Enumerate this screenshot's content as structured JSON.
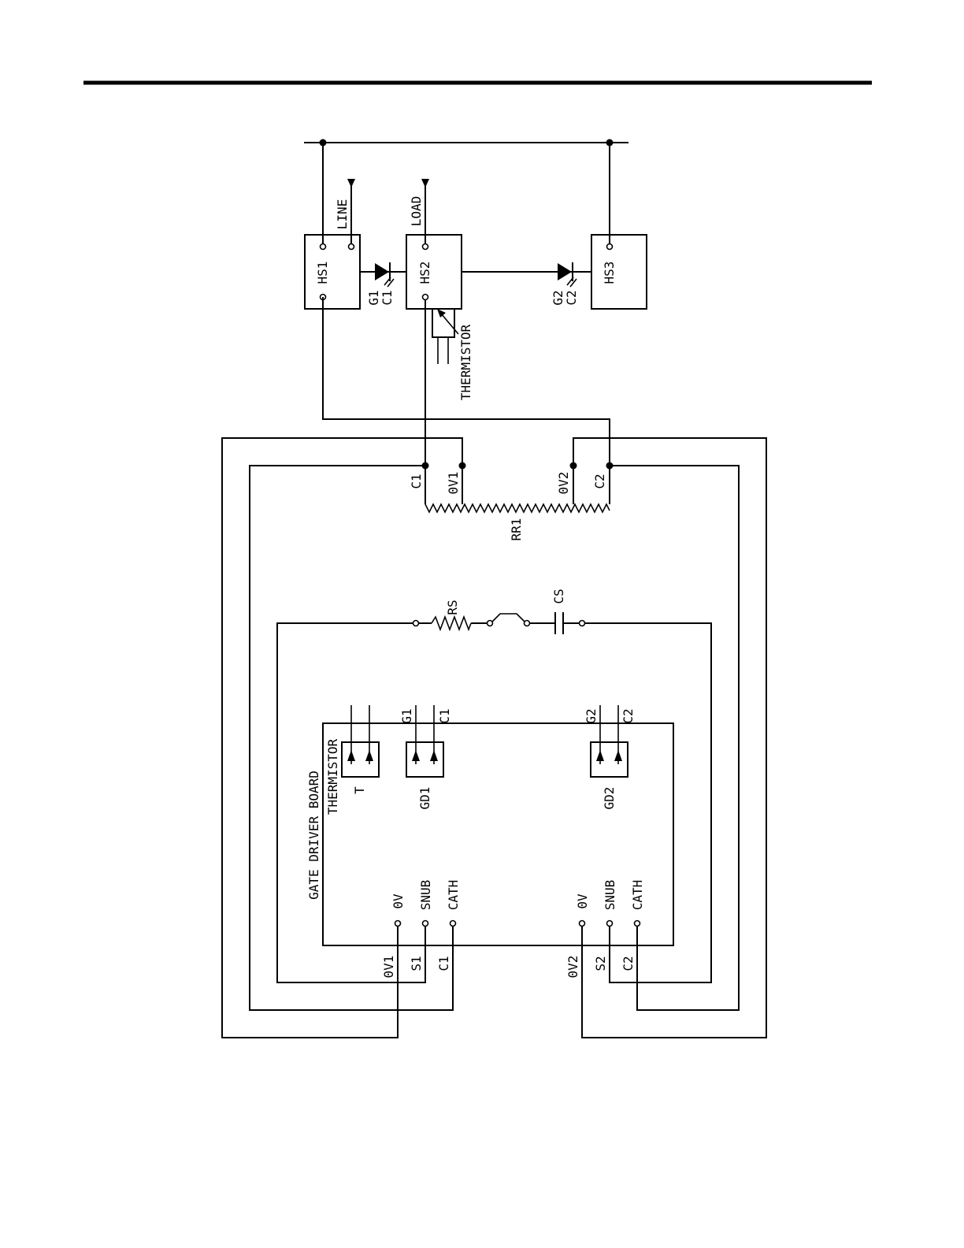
{
  "diagram": {
    "components": {
      "hs1": "HS1",
      "hs2": "HS2",
      "hs3": "HS3",
      "line": "LINE",
      "load": "LOAD",
      "thermistor": "THERMISTOR",
      "scr1_gate": "G1",
      "scr1_cathode": "C1",
      "scr2_gate": "G2",
      "scr2_cathode": "C2",
      "rr1": "RR1",
      "rr1_c1": "C1",
      "rr1_0v1": "0V1",
      "rr1_0v2": "0V2",
      "rr1_c2": "C2",
      "rs": "RS",
      "cs": "CS"
    },
    "gate_driver_board": {
      "title": "GATE DRIVER BOARD",
      "thermistor_label": "THERMISTOR",
      "t": "T",
      "gd1": "GD1",
      "gd2": "GD2",
      "g1": "G1",
      "c1": "C1",
      "g2": "G2",
      "c2": "C2",
      "ov_1": "0V",
      "snub_1": "SNUB",
      "cath_1": "CATH",
      "ov_2": "0V",
      "snub_2": "SNUB",
      "cath_2": "CATH"
    },
    "wire_labels": {
      "ov1": "0V1",
      "s1": "S1",
      "c1": "C1",
      "ov2": "0V2",
      "s2": "S2",
      "c2": "C2"
    }
  }
}
